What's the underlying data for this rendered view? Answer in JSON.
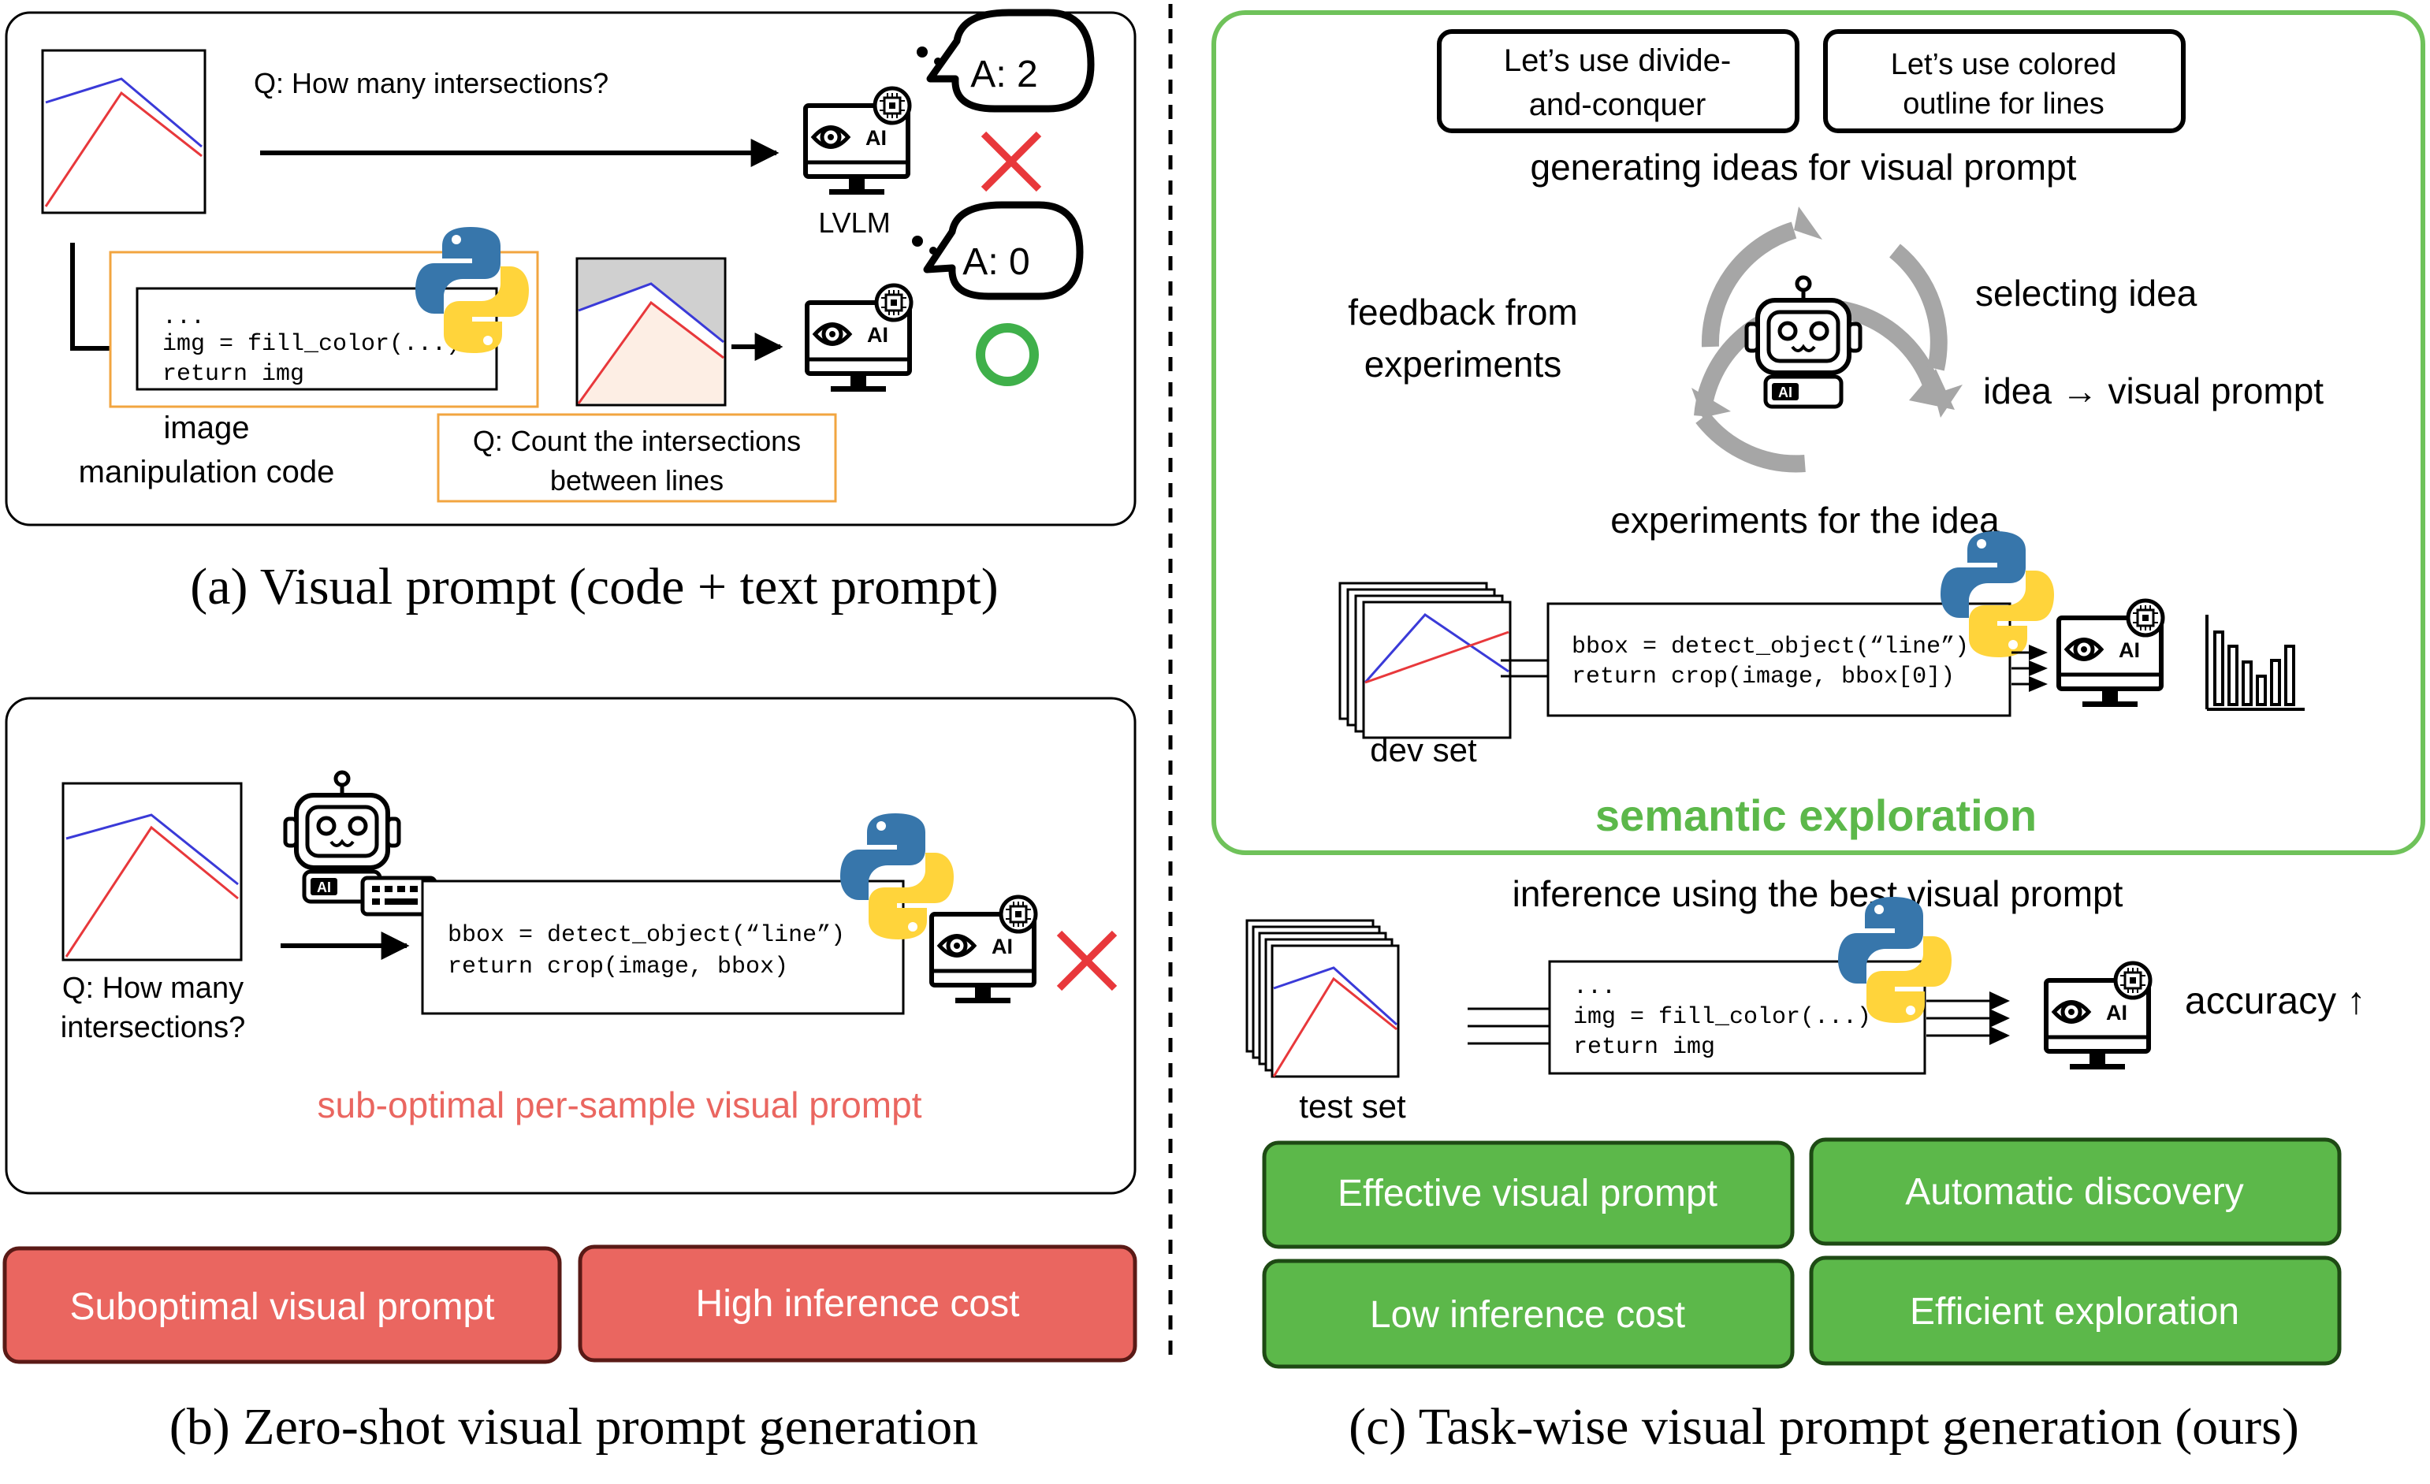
{
  "panel_a": {
    "question": "Q: How many intersections?",
    "answer_wrong": "A: 2",
    "lvlm_label": "LVLM",
    "answer_right": "A: 0",
    "code_lines": [
      "...",
      "img = fill_color(...)",
      "return img"
    ],
    "code_label_1": "image",
    "code_label_2": "manipulation code",
    "text_prompt_1": "Q: Count the intersections",
    "text_prompt_2": "between lines",
    "caption": "(a) Visual prompt (code + text prompt)"
  },
  "panel_b": {
    "code_lines": [
      "bbox = detect_object(“line”)",
      "return crop(image, bbox)"
    ],
    "question_1": "Q: How many",
    "question_2": "intersections?",
    "subopt_text": "sub-optimal per-sample visual prompt",
    "tag_1": "Suboptimal visual prompt",
    "tag_2": "High inference cost",
    "caption": "(b) Zero-shot visual prompt generation"
  },
  "panel_c": {
    "idea_1_l1": "Let’s use divide-",
    "idea_1_l2": "and-conquer",
    "idea_2_l1": "Let’s use colored",
    "idea_2_l2": "outline for lines",
    "gen_ideas": "generating ideas for visual prompt",
    "feedback_1": "feedback from",
    "feedback_2": "experiments",
    "selecting": "selecting idea",
    "idea_to_prompt": "idea → visual prompt",
    "experiments": "experiments for the idea",
    "dev_code": [
      "bbox = detect_object(“line”)",
      "return crop(image, bbox[0])"
    ],
    "dev_set": "dev set",
    "semantic": "semantic exploration",
    "inference": "inference using the best visual prompt",
    "test_code": [
      "...",
      "img = fill_color(...)",
      "return img"
    ],
    "test_set": "test set",
    "accuracy": "accuracy ↑",
    "tags": [
      "Effective visual prompt",
      "Automatic discovery",
      "Low inference cost",
      "Efficient exploration"
    ],
    "caption": "(c) Task-wise visual prompt generation (ours)"
  },
  "colors": {
    "red_line": "#e8383b",
    "blue_line": "#3a3ad8",
    "orange_box": "#f2a540",
    "green_box": "#6fc25a",
    "green_text": "#5cb84a",
    "red_tag": "#ea6660",
    "green_tag": "#5cb84a",
    "arrow_gray": "#a6a6a6",
    "wrong_x": "#e8383b",
    "right_o": "#3fb04a",
    "python_blue": "#3776ab",
    "python_yellow": "#ffd43b"
  }
}
